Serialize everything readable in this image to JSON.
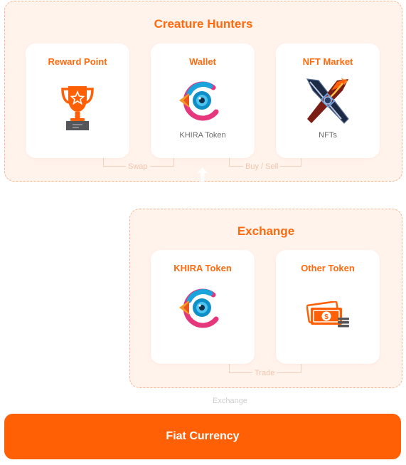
{
  "creature_hunters": {
    "title": "Creature Hunters",
    "cards": [
      {
        "title": "Reward Point",
        "subtitle": "",
        "icon": "trophy-icon"
      },
      {
        "title": "Wallet",
        "subtitle": "KHIRA Token",
        "icon": "khira-token-icon"
      },
      {
        "title": "NFT Market",
        "subtitle": "NFTs",
        "icon": "crossed-swords-icon"
      }
    ],
    "links": {
      "swap": "Swap",
      "buy_sell": "Buy / Sell"
    }
  },
  "exchange": {
    "title": "Exchange",
    "cards": [
      {
        "title": "KHIRA Token",
        "icon": "khira-token-icon"
      },
      {
        "title": "Other Token",
        "icon": "cash-stack-icon"
      }
    ],
    "links": {
      "trade": "Trade"
    }
  },
  "exchange_link_label": "Exchange",
  "fiat": {
    "label": "Fiat Currency"
  },
  "colors": {
    "accent": "#ff6006",
    "panel_bg": "#fff3ec",
    "panel_border": "#f7b58f",
    "connector": "#f3d1bd"
  }
}
